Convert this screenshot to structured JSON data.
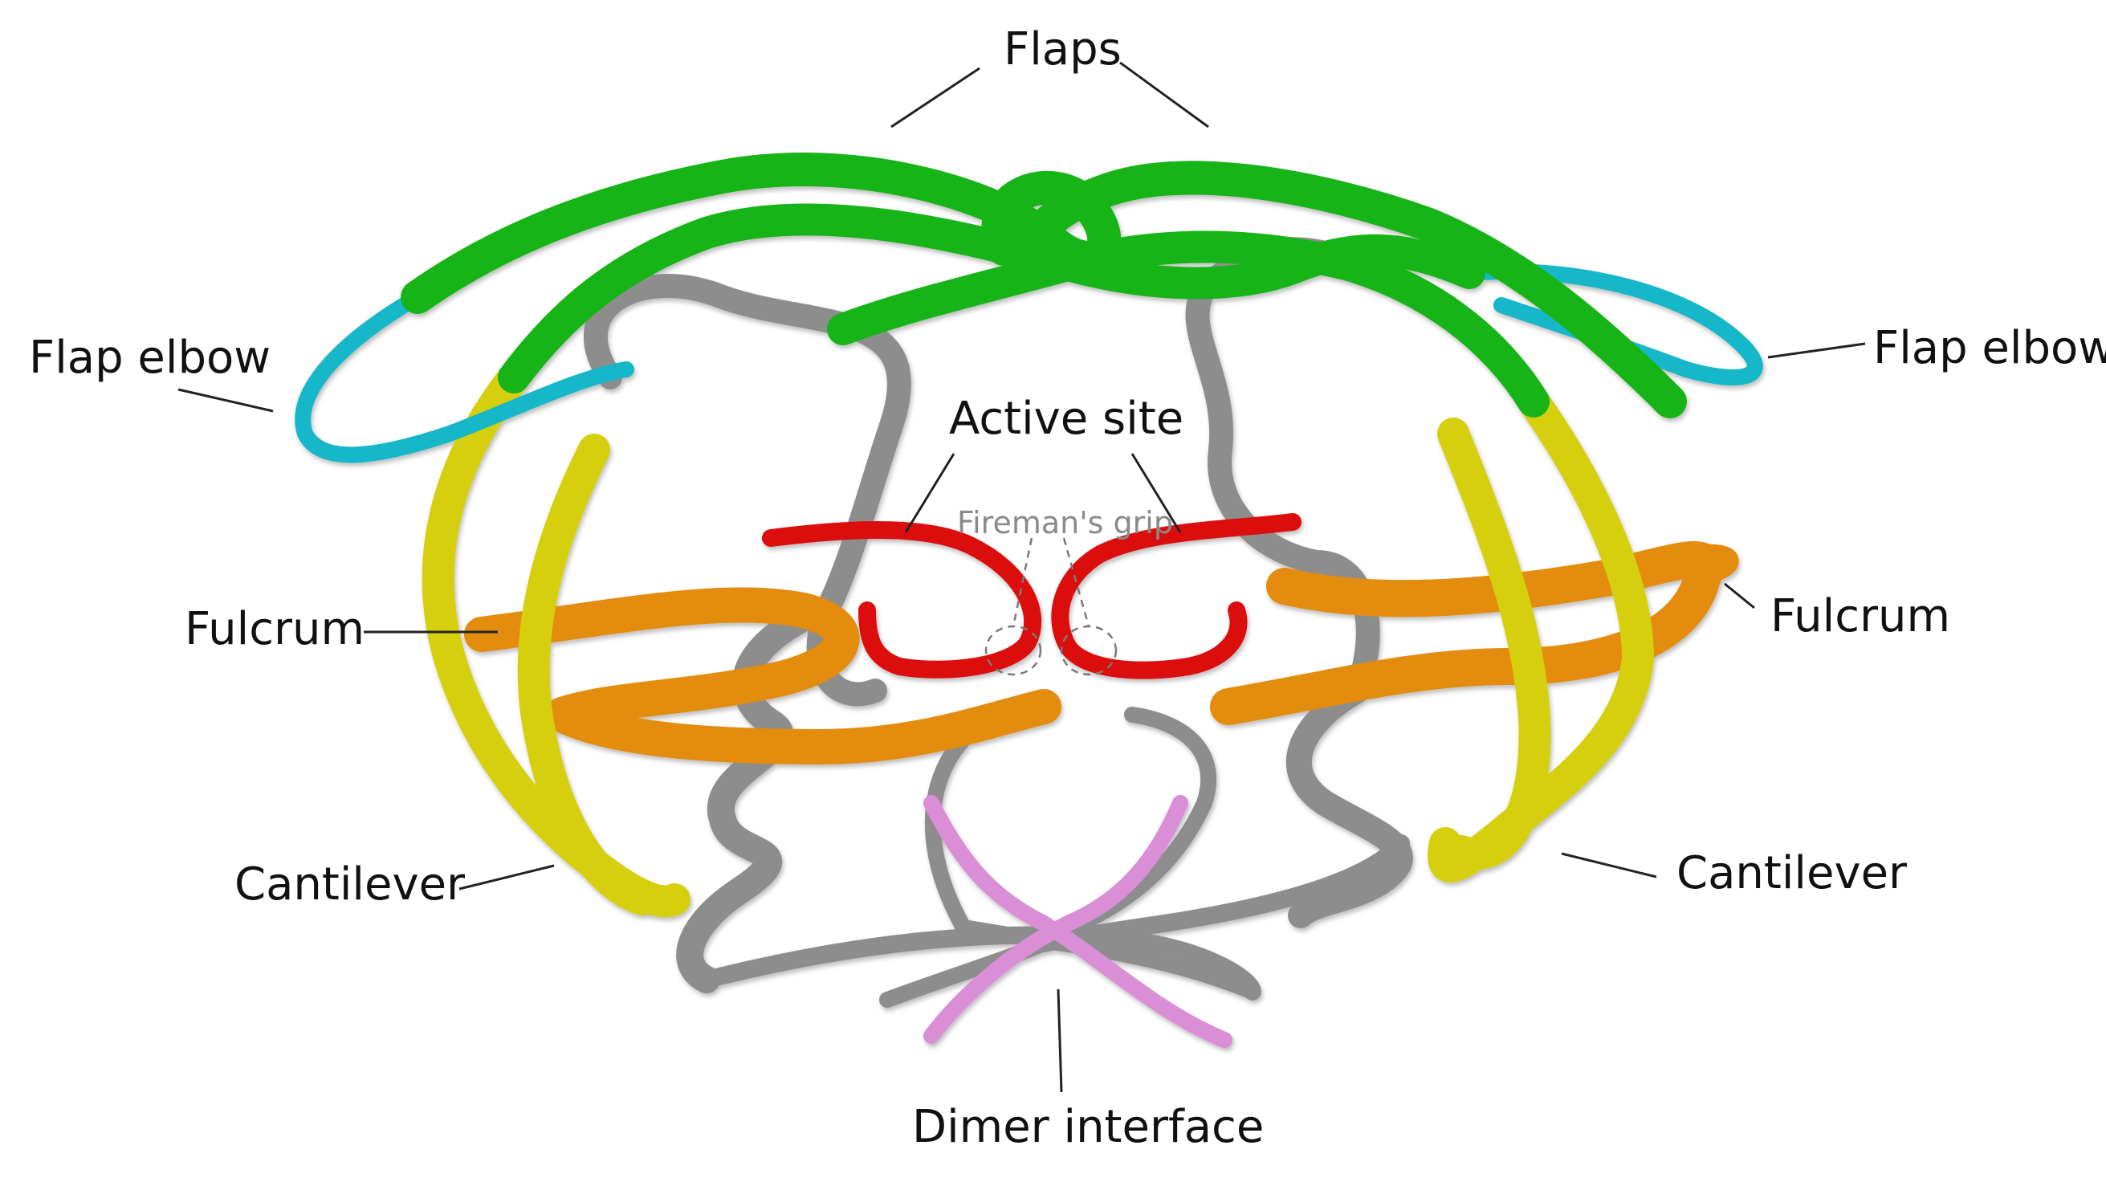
{
  "labels": {
    "flaps": "Flaps",
    "flap_elbow_left": "Flap elbow",
    "flap_elbow_right": "Flap elbow",
    "active_site": "Active site",
    "firemans_grip": "Fireman's grip",
    "fulcrum_left": "Fulcrum",
    "fulcrum_right": "Fulcrum",
    "cantilever_left": "Cantilever",
    "cantilever_right": "Cantilever",
    "dimer_interface": "Dimer interface"
  },
  "colors": {
    "flaps": "#13b416",
    "flap_elbow": "#19b7c8",
    "fulcrum": "#e38c0c",
    "cantilever": "#d6cf0b",
    "active_site": "#dc0f10",
    "dimer_interface": "#d98ed6",
    "backbone": "#8d8d8d"
  }
}
